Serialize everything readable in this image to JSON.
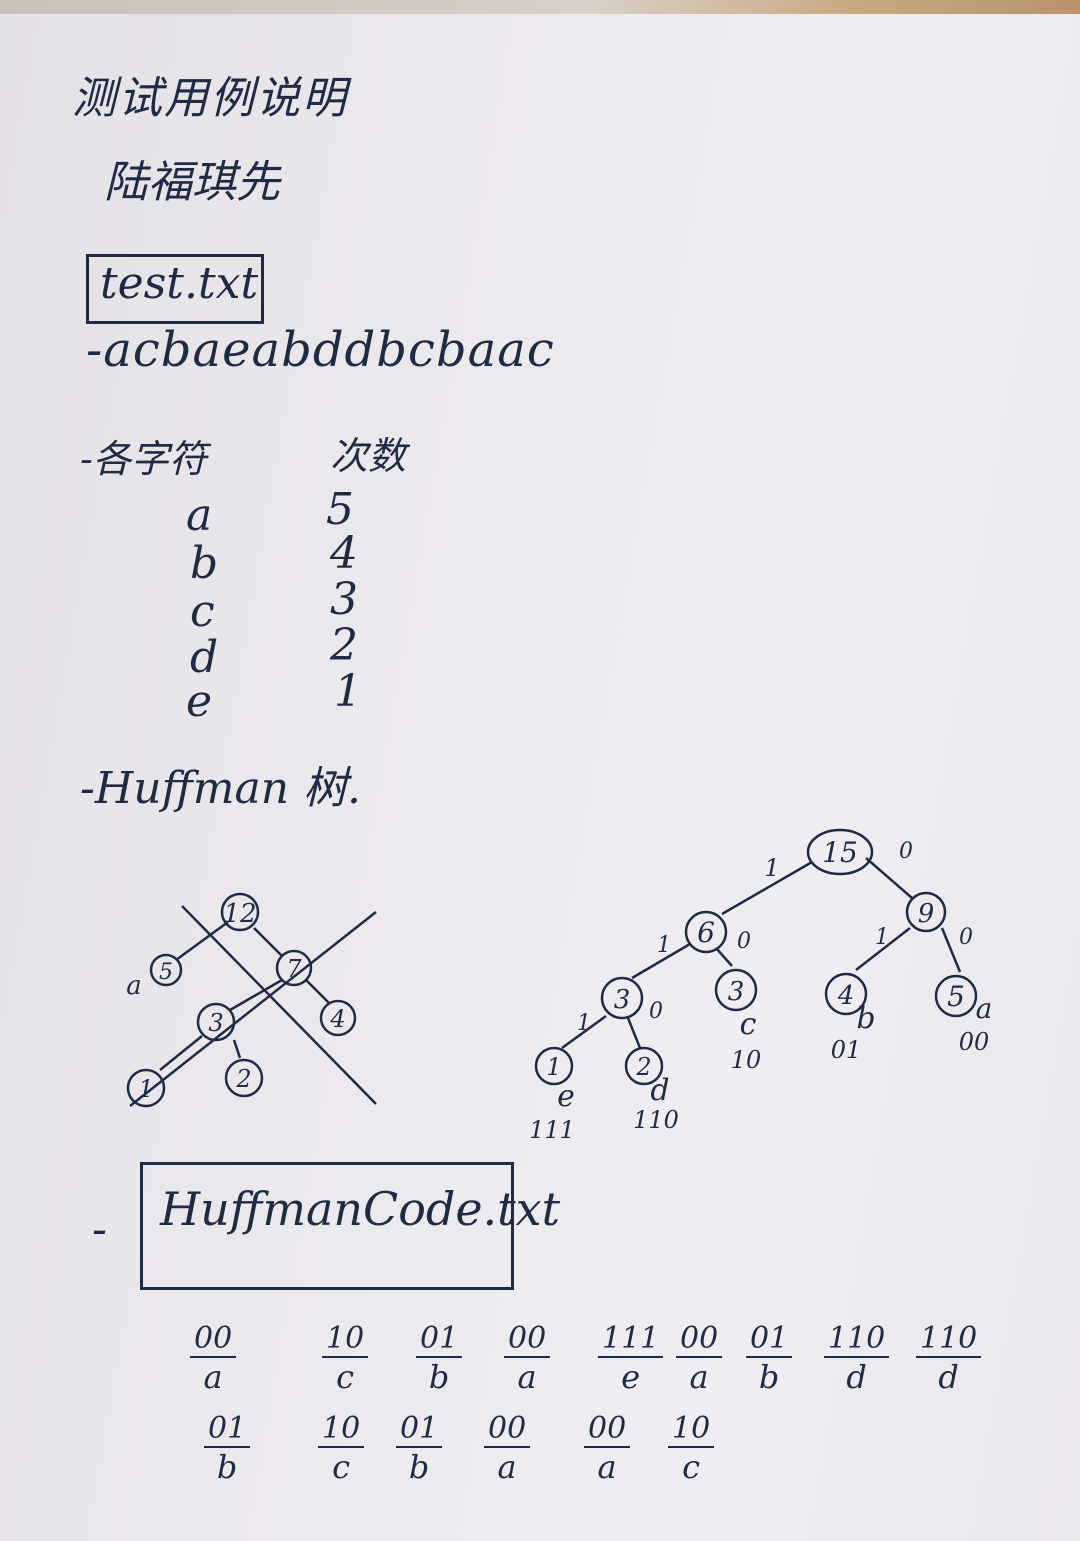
{
  "title": "测试用例说明",
  "subtitle": "陆福琪先",
  "test_file": "test.txt",
  "sequence": "-acbaeabddbcbaac",
  "table": {
    "col1": "-各字符",
    "col2": "次数",
    "rows": [
      {
        "char": "a",
        "count": "5"
      },
      {
        "char": "b",
        "count": "4"
      },
      {
        "char": "c",
        "count": "3"
      },
      {
        "char": "d",
        "count": "2"
      },
      {
        "char": "e",
        "count": "1"
      }
    ]
  },
  "huffman_label": "-Huffman 树.",
  "draft_tree": {
    "nodes": [
      "12",
      "5",
      "7",
      "3",
      "4",
      "1",
      "2"
    ],
    "leaf_label_a": "a"
  },
  "tree": {
    "nodes": [
      "15",
      "6",
      "9",
      "3",
      "3",
      "4",
      "5",
      "1",
      "2"
    ],
    "edge_labels": [
      "1",
      "0",
      "1",
      "0",
      "1",
      "0",
      "1",
      "0"
    ],
    "leaf_chars": [
      "e",
      "d",
      "c",
      "b",
      "a"
    ],
    "leaf_codes": [
      "111",
      "110",
      "10",
      "01",
      "00"
    ]
  },
  "code_file_dash": "-",
  "code_file": "HuffmanCode.txt",
  "encoded": [
    {
      "bits": "00",
      "char": "a"
    },
    {
      "bits": "10",
      "char": "c"
    },
    {
      "bits": "01",
      "char": "b"
    },
    {
      "bits": "00",
      "char": "a"
    },
    {
      "bits": "111",
      "char": "e"
    },
    {
      "bits": "00",
      "char": "a"
    },
    {
      "bits": "01",
      "char": "b"
    },
    {
      "bits": "110",
      "char": "d"
    },
    {
      "bits": "110",
      "char": "d"
    },
    {
      "bits": "01",
      "char": "b"
    },
    {
      "bits": "10",
      "char": "c"
    },
    {
      "bits": "01",
      "char": "b"
    },
    {
      "bits": "00",
      "char": "a"
    },
    {
      "bits": "00",
      "char": "a"
    },
    {
      "bits": "10",
      "char": "c"
    }
  ],
  "colors": {
    "ink": "#1f2a44",
    "paper": "#ebe8ed"
  }
}
